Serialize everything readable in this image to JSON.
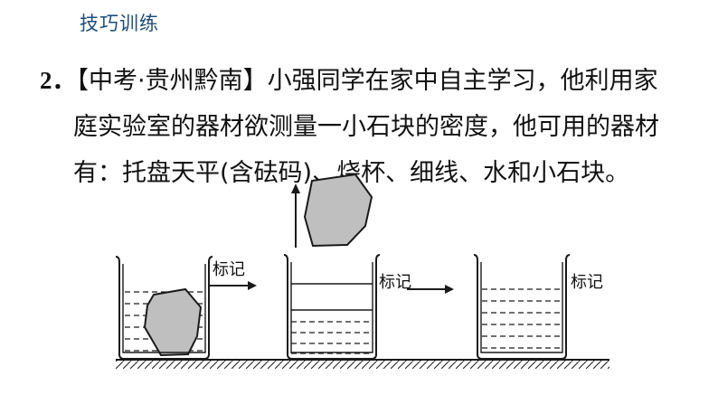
{
  "header": {
    "title": "技巧训练"
  },
  "problem": {
    "number": "2．",
    "source": "【中考·贵州黔南】",
    "line1": "小强同学在家中自主学习，他利用家",
    "line2": "庭实验室的器材欲测量一小石块的密度，他可用的器材",
    "line3": "有：托盘天平(含砝码)、烧杯、细线、水和小石块。"
  },
  "figure": {
    "mark_labels": [
      "标记",
      "标记",
      "标记"
    ],
    "colors": {
      "stone": "#bfbfbf",
      "outline": "#1a1a1a"
    }
  }
}
